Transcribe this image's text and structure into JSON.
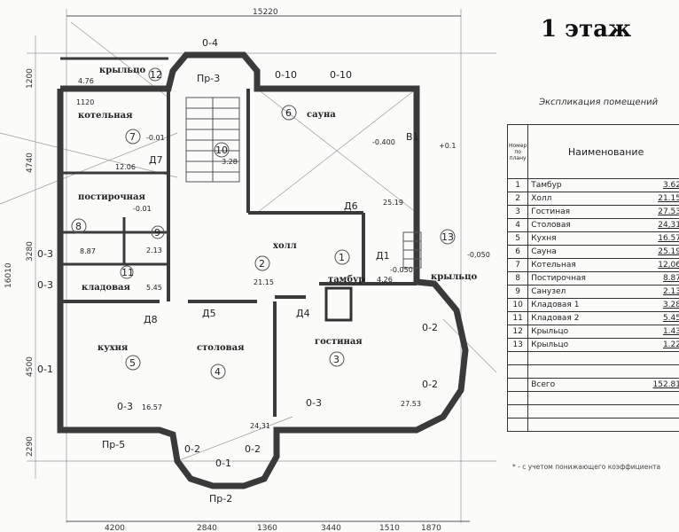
{
  "title": "1 этаж",
  "explication": {
    "title": "Экспликация помещений",
    "header_number": "Номер по плану",
    "header_name": "Наименование",
    "rows": [
      {
        "no": "1",
        "name": "Тамбур",
        "area": "3.62"
      },
      {
        "no": "2",
        "name": "Холл",
        "area": "21.15"
      },
      {
        "no": "3",
        "name": "Гостиная",
        "area": "27.53"
      },
      {
        "no": "4",
        "name": "Столовая",
        "area": "24,31"
      },
      {
        "no": "5",
        "name": "Кухня",
        "area": "16.57"
      },
      {
        "no": "6",
        "name": "Сауна",
        "area": "25.19"
      },
      {
        "no": "7",
        "name": "Котельная",
        "area": "12,06"
      },
      {
        "no": "8",
        "name": "Постирочная",
        "area": "8.87"
      },
      {
        "no": "9",
        "name": "Санузел",
        "area": "2.13"
      },
      {
        "no": "10",
        "name": "Кладовая 1",
        "area": "3.28"
      },
      {
        "no": "11",
        "name": "Кладовая 2",
        "area": "5.45"
      },
      {
        "no": "12",
        "name": "Крыльцо",
        "area": "1.43"
      },
      {
        "no": "13",
        "name": "Крыльцо",
        "area": "1.22"
      }
    ],
    "total_label": "Всего",
    "total": "152.81",
    "footnote": "* - с учетом понижающего коэффициента"
  },
  "plan": {
    "rooms": {
      "kotelnaya": "котельная",
      "postirochnaya": "постирочная",
      "kladovaya": "кладовая",
      "kuhnya": "кухня",
      "stolovaya": "столовая",
      "gostinaya": "гостиная",
      "holl": "холл",
      "sauna": "сауна",
      "tambur": "тамбур",
      "krylco_top": "крыльцо",
      "krylco_right": "крыльцо"
    },
    "room_numbers": [
      "1",
      "2",
      "3",
      "4",
      "5",
      "6",
      "7",
      "8",
      "9",
      "10",
      "11",
      "12",
      "13"
    ],
    "areas": {
      "a1": "4.26",
      "a2": "21.15",
      "a3": "27.53",
      "a4": "24,31",
      "a5": "16.57",
      "a6": "25.19",
      "a7": "12.06",
      "a8": "8.87",
      "a9": "2.13",
      "a10": "3.28",
      "a11": "5.45",
      "a12": "4.76"
    },
    "marks": {
      "o4": "0-4",
      "o10a": "0-10",
      "o10b": "0-10",
      "pr3": "Пр-3",
      "pr5": "Пр-5",
      "pr2": "Пр-2",
      "o1b": "0-1",
      "o2a": "0-2",
      "o2b": "0-2",
      "o2c": "0-2",
      "o2d": "0-2",
      "o3a": "0-3",
      "o3b": "0-3",
      "o3l1": "0-3",
      "o3l2": "0-3",
      "o1l": "0-1",
      "d1": "Д1",
      "d4": "Д4",
      "d5": "Д5",
      "d6": "Д6",
      "d7": "Д7",
      "d8": "Д8",
      "b1": "В1",
      "lev1": "-0.400",
      "lev2": "-0.050",
      "lev3": "-0,050",
      "lev4": "-0.01",
      "lev5": "-0.01",
      "lev6": "+0.1",
      "x1120": "1120"
    },
    "dims_top": "15220",
    "dims_bottom": [
      "4200",
      "2840",
      "1360",
      "3440",
      "1510",
      "1870"
    ],
    "dims_left": [
      "1200",
      "4740",
      "3280",
      "4500",
      "2290"
    ],
    "dim_left_total": "16010"
  }
}
